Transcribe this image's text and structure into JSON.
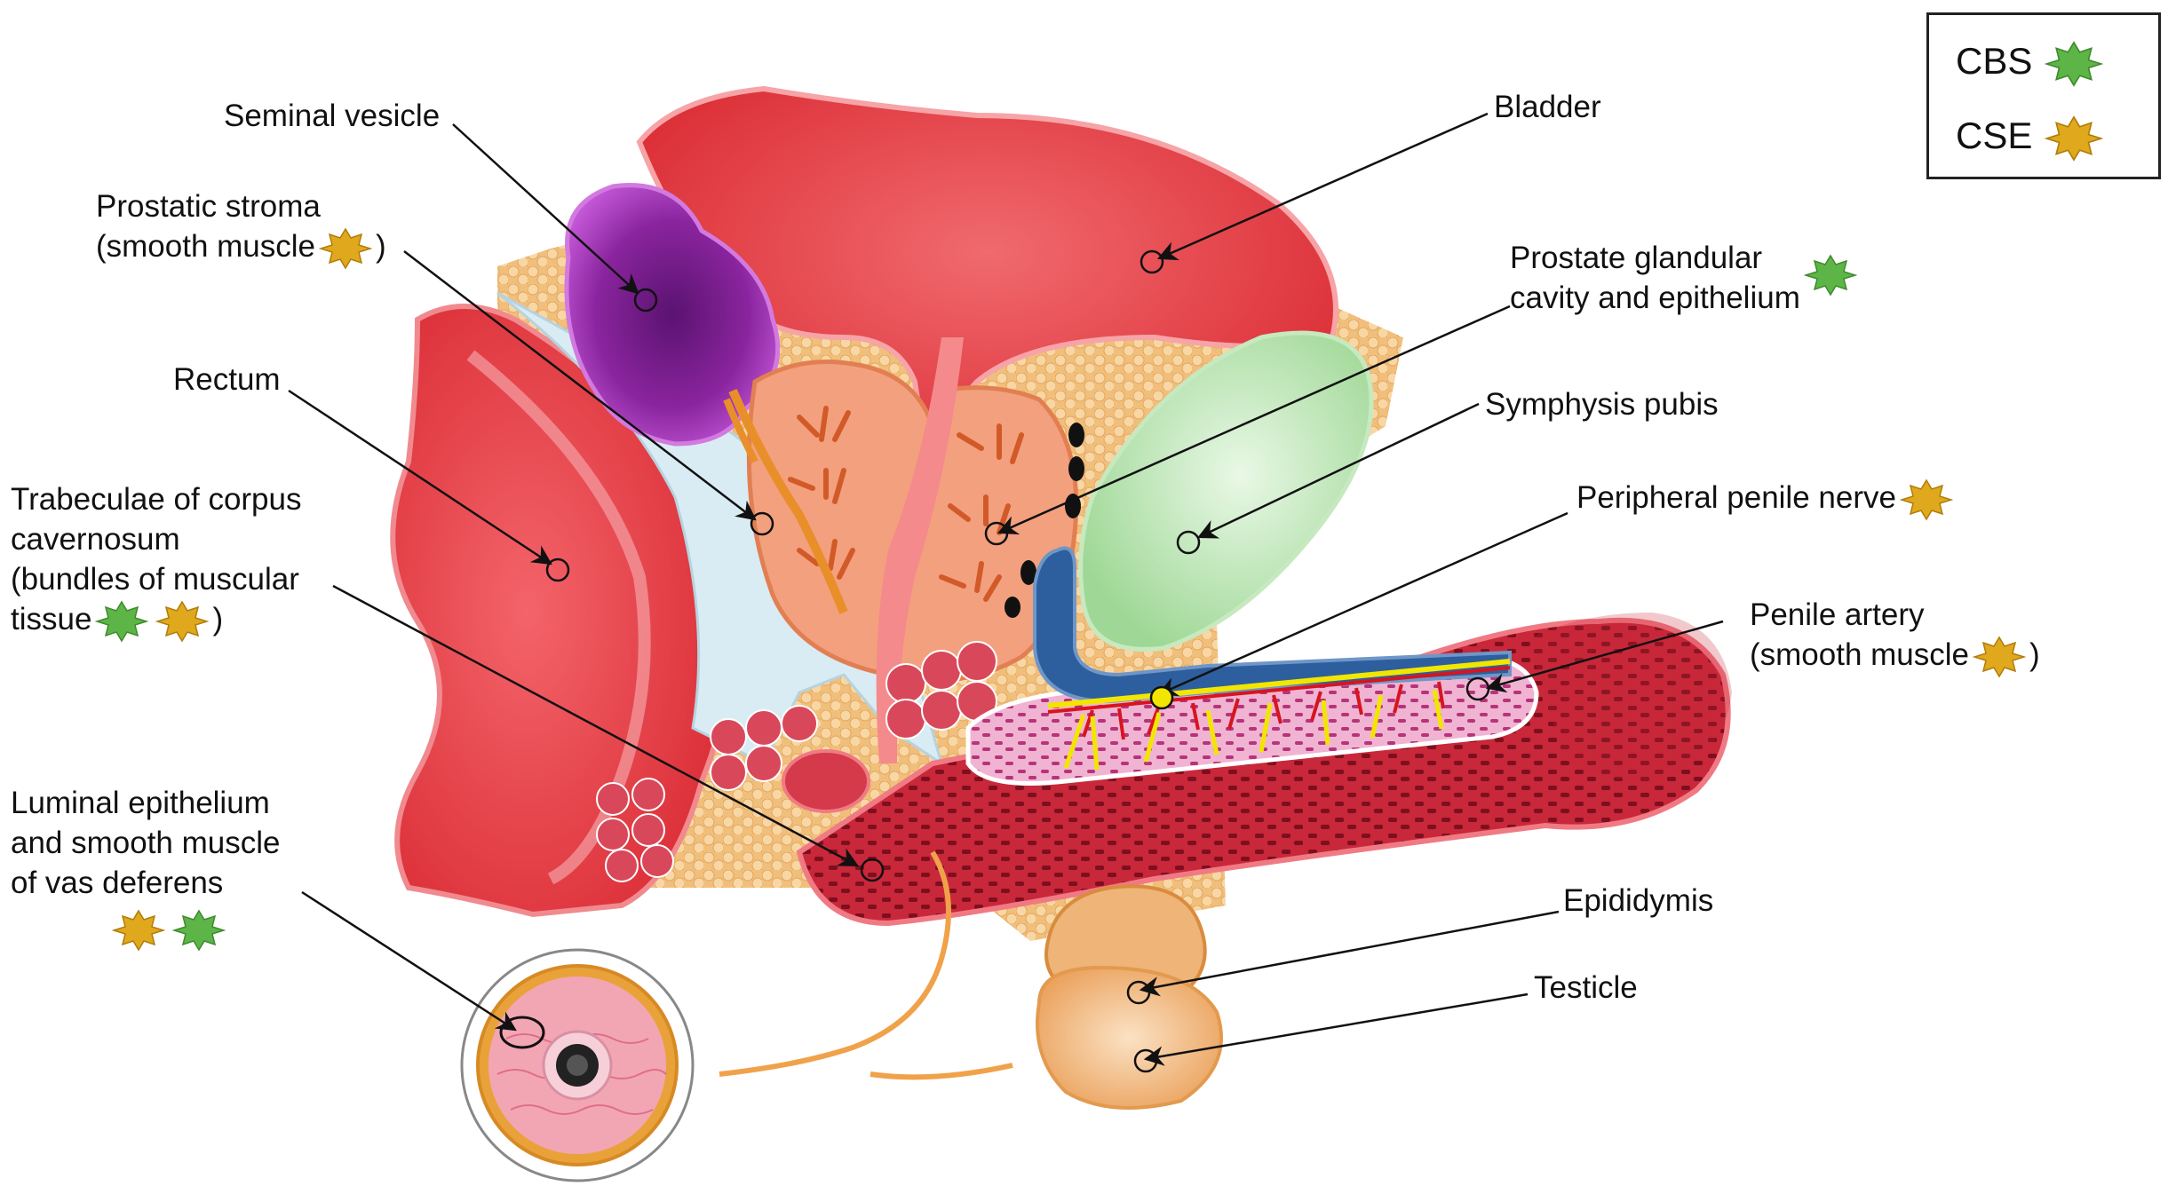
{
  "labels": {
    "seminal_vesicle": "Seminal vesicle",
    "prostatic_stroma_l1": "Prostatic stroma",
    "prostatic_stroma_l2": "(smooth muscle",
    "rectum": "Rectum",
    "trabeculae_l1": "Trabeculae of corpus",
    "trabeculae_l2": "cavernosum",
    "trabeculae_l3": "(bundles of muscular",
    "trabeculae_l4": "tissue",
    "luminal_l1": "Luminal epithelium",
    "luminal_l2": "and smooth muscle",
    "luminal_l3": "of vas deferens",
    "bladder": "Bladder",
    "prostate_glandular_l1": "Prostate glandular",
    "prostate_glandular_l2": "cavity and epithelium",
    "symphysis": "Symphysis pubis",
    "peripheral_nerve": "Peripheral penile nerve",
    "penile_artery_l1": "Penile artery",
    "penile_artery_l2": "(smooth muscle",
    "epididymis": "Epididymis",
    "testicle": "Testicle",
    "close_paren": ")"
  },
  "legend": {
    "cbs": "CBS",
    "cse": "CSE"
  },
  "colors": {
    "cbs_star": "#5db547",
    "cse_star": "#e0a81c",
    "nerve": "#f2e600",
    "artery": "#d8141e",
    "bladder": "#e8333c",
    "rectum": "#e8393f",
    "prostate": "#f0a07a",
    "seminal_vesicle": "#9b2fb5",
    "symphysis": "#aee0a8",
    "fat": "#f2c486",
    "urethra_blue": "#2d5f9e"
  },
  "icons": [
    "cbs-star-icon",
    "cse-star-icon",
    "target-circle-icon"
  ]
}
